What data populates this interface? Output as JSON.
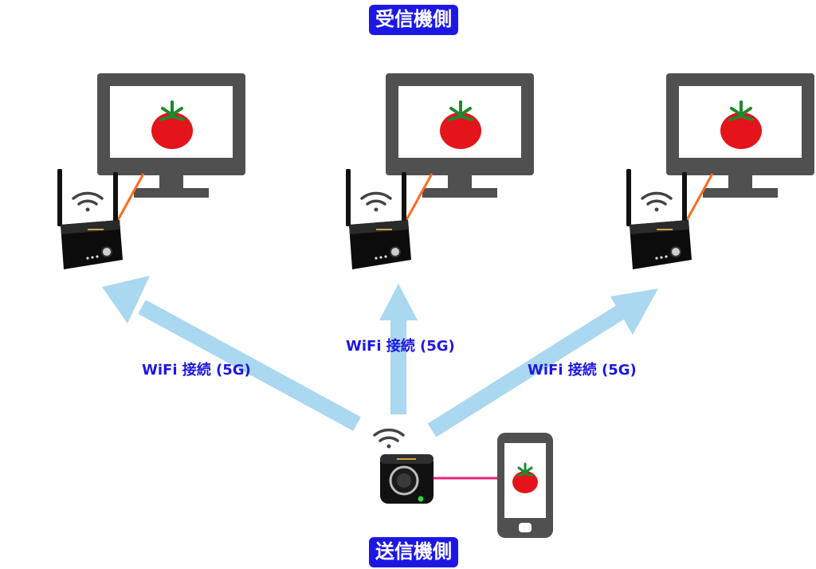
{
  "receiver_label": "受信機側",
  "sender_label": "送信機側",
  "connections": [
    {
      "label": "WiFi 接続 (5G)"
    },
    {
      "label": "WiFi 接続 (5G)"
    },
    {
      "label": "WiFi 接続 (5G)"
    }
  ],
  "colors": {
    "badge_bg": "#1d17e6",
    "label_text": "#1d17e6",
    "arrow": "#aad8f0",
    "monitor": "#505050",
    "hdmi_cable": "#ff6a1f",
    "usb_cable": "#e8247a",
    "tomato": "#e4141a",
    "tomato_leaf": "#1c8a2e"
  },
  "icons": [
    "monitor-icon",
    "tomato-icon",
    "receiver-router-icon",
    "wifi-icon",
    "sender-dongle-icon",
    "smartphone-icon"
  ]
}
